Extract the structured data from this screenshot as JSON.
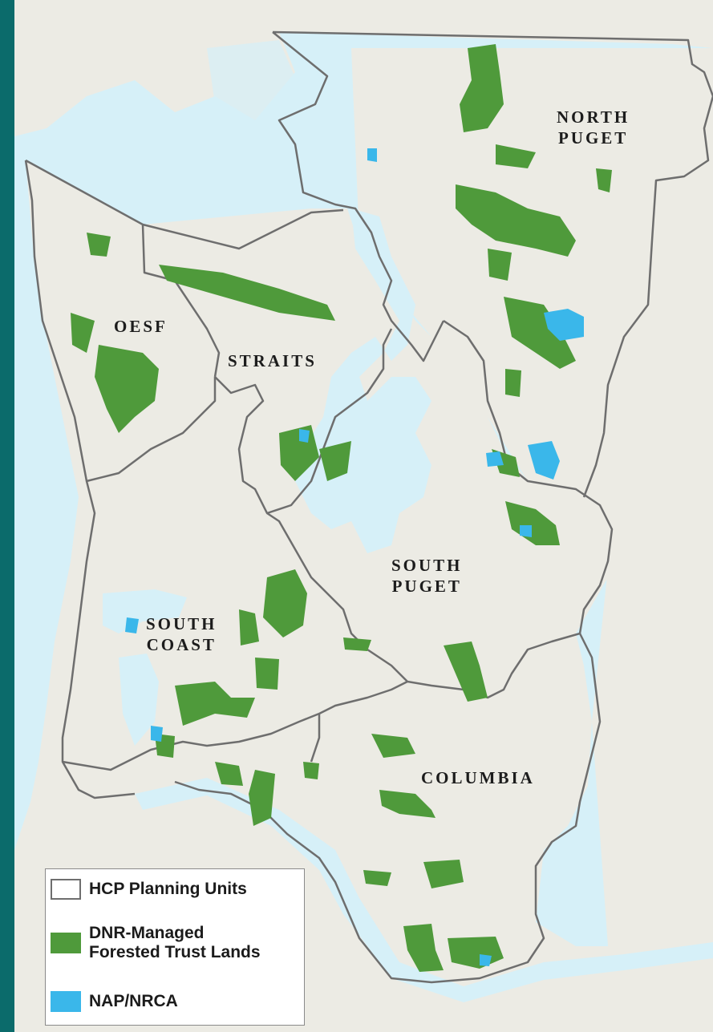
{
  "map": {
    "colors": {
      "land": "#ecebe4",
      "water": "#d6f0f8",
      "forest": "#4f9a3b",
      "nap": "#3ab7ea",
      "boundary": "#6e6e6e",
      "frame": "#0b6b6b"
    },
    "regions": [
      {
        "id": "north-puget",
        "lines": [
          "NORTH",
          "PUGET"
        ]
      },
      {
        "id": "oesf",
        "lines": [
          "OESF"
        ]
      },
      {
        "id": "straits",
        "lines": [
          "STRAITS"
        ]
      },
      {
        "id": "south-puget",
        "lines": [
          "SOUTH",
          "PUGET"
        ]
      },
      {
        "id": "south-coast",
        "lines": [
          "SOUTH",
          "COAST"
        ]
      },
      {
        "id": "columbia",
        "lines": [
          "COLUMBIA"
        ]
      }
    ]
  },
  "legend": {
    "items": [
      {
        "label": "HCP Planning Units",
        "color": "#ffffff",
        "icon": "outline-box"
      },
      {
        "label": "DNR-Managed\nForested Trust Lands",
        "color": "#4f9a3b",
        "icon": "green-box"
      },
      {
        "label": "NAP/NRCA",
        "color": "#3ab7ea",
        "icon": "blue-box"
      }
    ]
  }
}
